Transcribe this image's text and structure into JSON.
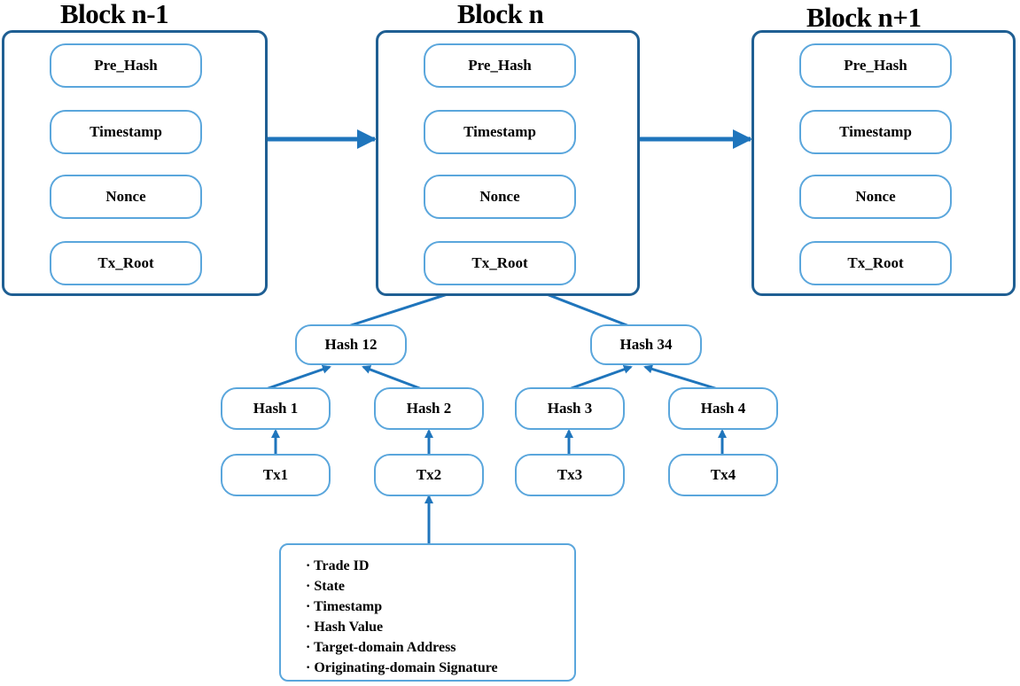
{
  "blocks": [
    {
      "title": "Block n-1",
      "fields": [
        "Pre_Hash",
        "Timestamp",
        "Nonce",
        "Tx_Root"
      ]
    },
    {
      "title": "Block n",
      "fields": [
        "Pre_Hash",
        "Timestamp",
        "Nonce",
        "Tx_Root"
      ]
    },
    {
      "title": "Block n+1",
      "fields": [
        "Pre_Hash",
        "Timestamp",
        "Nonce",
        "Tx_Root"
      ]
    }
  ],
  "merkle": {
    "hash12": "Hash 12",
    "hash34": "Hash 34",
    "hash1": "Hash 1",
    "hash2": "Hash 2",
    "hash3": "Hash 3",
    "hash4": "Hash 4",
    "tx1": "Tx1",
    "tx2": "Tx2",
    "tx3": "Tx3",
    "tx4": "Tx4"
  },
  "tx_details": [
    "Trade ID",
    "State",
    "Timestamp",
    "Hash Value",
    "Target-domain Address",
    "Originating-domain Signature"
  ],
  "colors": {
    "block_border": "#1f5f93",
    "pill_border": "#5aa6dc",
    "arrow": "#1f75bc"
  }
}
